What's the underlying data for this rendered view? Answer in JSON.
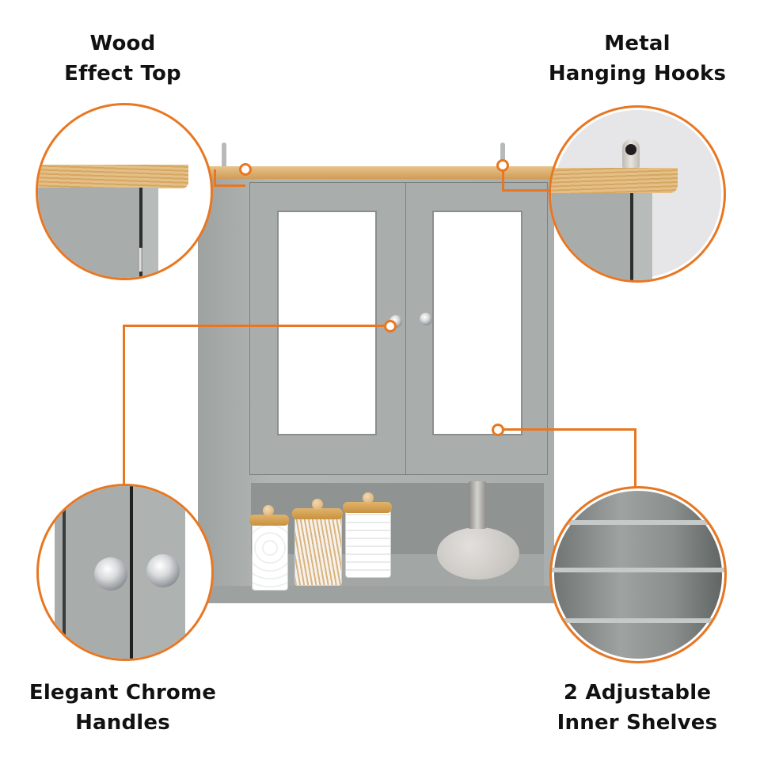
{
  "features": [
    {
      "id": "wood-top",
      "line1": "Wood",
      "line2": "Effect Top"
    },
    {
      "id": "metal-hooks",
      "line1": "Metal",
      "line2": "Hanging Hooks"
    },
    {
      "id": "chrome-handles",
      "line1": "Elegant Chrome",
      "line2": "Handles"
    },
    {
      "id": "inner-shelves",
      "line1": "2 Adjustable",
      "line2": "Inner Shelves"
    }
  ],
  "colors": {
    "accent": "#e87722",
    "cabinet_grey": "#a7abaa",
    "wood": "#d9ab6a",
    "text": "#111111"
  },
  "product": {
    "name": "Grey mirrored bathroom wall cabinet",
    "shelf_items": [
      "cotton balls jar",
      "cotton buds jar",
      "cotton pads jar",
      "soap dispenser"
    ]
  }
}
